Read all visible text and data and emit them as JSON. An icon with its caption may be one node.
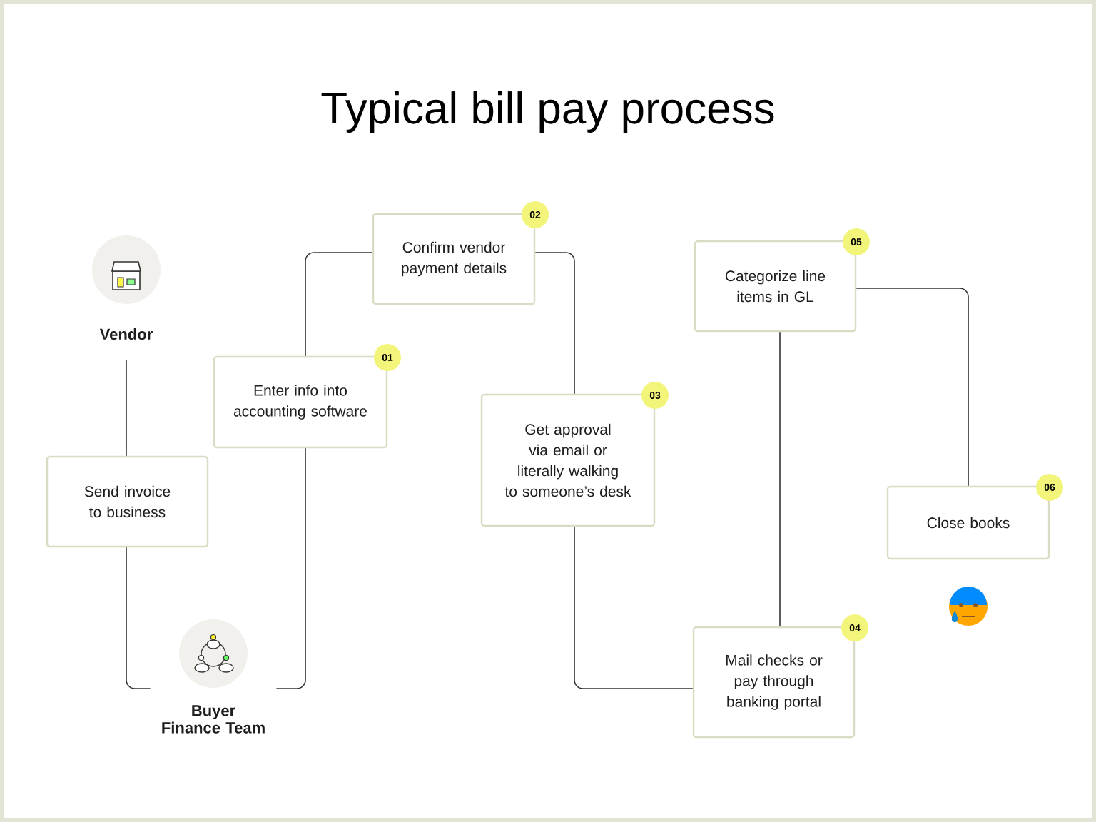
{
  "diagram": {
    "title": "Typical bill pay process",
    "nodes": [
      {
        "text": [
          "Vendor"
        ]
      },
      {
        "text": [
          "Send invoice to business"
        ]
      },
      {
        "text": [
          "Buyer Finance Team"
        ]
      },
      {
        "text": [
          "Enter info into accounting software"
        ],
        "beside": [
          "01"
        ]
      },
      {
        "text": [
          "Confirm vendor payment details"
        ],
        "beside": [
          "02"
        ]
      },
      {
        "text": [
          "Get approval via email or literally walking to someone’s desk"
        ],
        "beside": [
          "03"
        ]
      },
      {
        "text": [
          "Mail checks or pay through banking portal"
        ],
        "beside": [
          "04"
        ]
      },
      {
        "text": [
          "Categorize line items in GL"
        ],
        "beside": [
          "05"
        ]
      },
      {
        "text": [
          "Close books"
        ],
        "beside": [
          "06"
        ]
      }
    ],
    "edges": [
      {
        "from": 0,
        "to": 1,
        "arrow": "none"
      },
      {
        "from": 1,
        "to": 2,
        "arrow": "none"
      },
      {
        "from": 2,
        "to": 3,
        "arrow": "none"
      },
      {
        "from": 3,
        "to": 4,
        "arrow": "none"
      },
      {
        "from": 4,
        "to": 5,
        "arrow": "none"
      },
      {
        "from": 5,
        "to": 6,
        "arrow": "none"
      },
      {
        "from": 6,
        "to": 7,
        "arrow": "none"
      },
      {
        "from": 7,
        "to": 8,
        "arrow": "none"
      }
    ]
  }
}
